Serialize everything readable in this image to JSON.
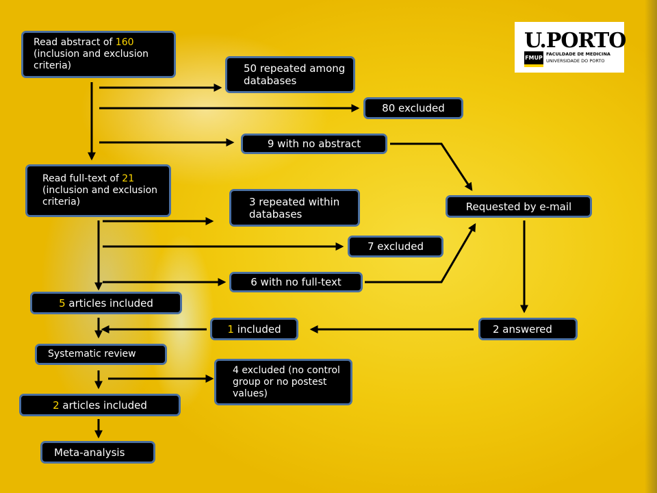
{
  "logo": {
    "u_text": "U.",
    "porto_text": "PORTO",
    "fmup_text": "FMUP",
    "faculty_text": "FACULDADE DE MEDICINA",
    "university_text": "UNIVERSIDADE DO PORTO"
  },
  "nodes": {
    "read_abstract": {
      "prefix": "Read abstract of ",
      "number": "160",
      "suffix": "(inclusion and exclusion criteria)"
    },
    "repeated_among": {
      "text": "50 repeated among databases"
    },
    "excluded_80": {
      "text": "80 excluded"
    },
    "no_abstract": {
      "text": "9 with no abstract"
    },
    "read_fulltext": {
      "prefix": "Read  full-text of ",
      "number": "21",
      "suffix": "(inclusion and exclusion criteria)"
    },
    "repeated_within": {
      "text": "3 repeated within databases"
    },
    "requested_email": {
      "text": "Requested by e-mail"
    },
    "excluded_7": {
      "text": "7 excluded"
    },
    "no_fulltext": {
      "text": "6 with no full-text"
    },
    "articles_5": {
      "number": "5",
      "suffix": " articles included"
    },
    "included_1": {
      "number": "1",
      "suffix": " included"
    },
    "answered_2": {
      "text": "2 answered"
    },
    "systematic_review": {
      "text": "Systematic review"
    },
    "excluded_4": {
      "text": "4 excluded (no control group or no postest values)"
    },
    "articles_2": {
      "number": "2",
      "suffix": " articles included"
    },
    "meta_analysis": {
      "text": "Meta-analysis"
    }
  },
  "colors": {
    "highlight_number": "#ffd700",
    "box_border": "#4a6fa0",
    "box_fill": "#000000",
    "background": "#f1c90d"
  }
}
